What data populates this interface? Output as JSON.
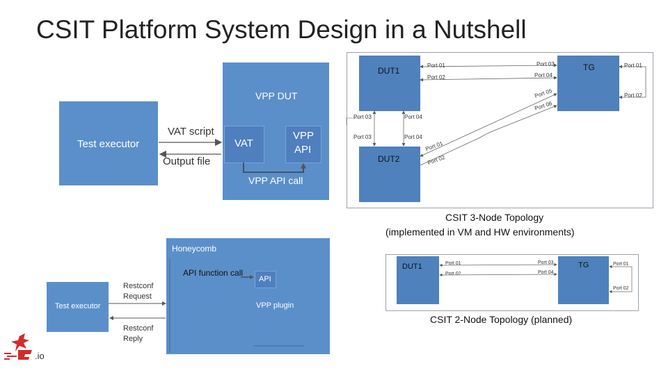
{
  "slide": {
    "title": "CSIT Platform System Design in a Nutshell"
  },
  "vpp_diagram": {
    "test_executor": "Test executor",
    "vpp_dut": "VPP DUT",
    "vat_script": "VAT script",
    "output_file": "Output file",
    "vat": "VAT",
    "vpp_api_line1": "VPP",
    "vpp_api_line2": "API",
    "vpp_api_call": "VPP API call"
  },
  "topology_3node": {
    "dut1": "DUT1",
    "dut2": "DUT2",
    "tg": "TG",
    "ports": {
      "dut1_p01": "Port 01",
      "dut1_p02": "Port 02",
      "dut1_p03": "Port 03",
      "dut1_p04": "Port 04",
      "tg_p03": "Port 03",
      "tg_p04": "Port 04",
      "tg_p01": "Port 01",
      "tg_p02": "Port 02",
      "tg_p05": "Port 05",
      "tg_p06": "Port 06",
      "dut2_p03": "Port 03",
      "dut2_p04": "Port 04",
      "dut2_p01": "Port 01",
      "dut2_p02": "Port 02"
    },
    "caption_line1": "CSIT 3-Node Topology",
    "caption_line2": "(implemented in VM and HW environments)"
  },
  "honeycomb_diagram": {
    "honeycomb": "Honeycomb",
    "api_function_call": "API function call",
    "api": "API",
    "vpp_plugin": "VPP plugin",
    "test_executor": "Test executor",
    "restconf_request_1": "Restconf",
    "restconf_request_2": "Request",
    "restconf_reply_1": "Restconf",
    "restconf_reply_2": "Reply"
  },
  "topology_2node": {
    "dut1": "DUT1",
    "tg": "TG",
    "ports": {
      "dut1_p01": "Port 01",
      "dut1_p02": "Port 02",
      "tg_p03": "Port 03",
      "tg_p04": "Port 04",
      "tg_p01": "Port 01",
      "tg_p02": "Port 02"
    },
    "caption": "CSIT 2-Node Topology (planned)"
  },
  "logo": {
    "text": ".io"
  }
}
